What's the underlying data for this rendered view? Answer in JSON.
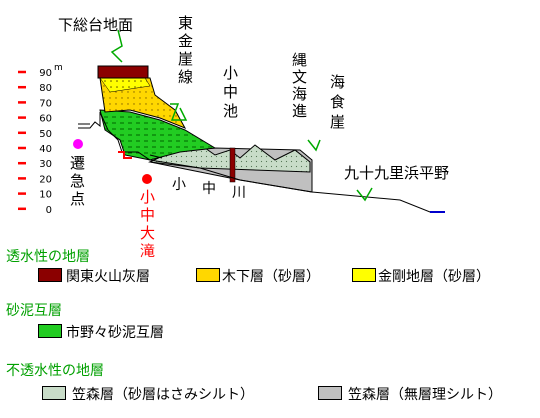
{
  "diagram": {
    "scale": {
      "unit": "m",
      "ticks": [
        "90",
        "80",
        "70",
        "60",
        "50",
        "40",
        "30",
        "20",
        "10",
        "0"
      ]
    },
    "labels": {
      "surface": "下総台地面",
      "cliff_line": [
        "東",
        "金",
        "崖",
        "線"
      ],
      "pond": [
        "小",
        "中",
        "池"
      ],
      "jomon": [
        "縄",
        "文",
        "海",
        "進"
      ],
      "sea_cliff": [
        "海",
        "食",
        "崖"
      ],
      "plain": "九十九里浜平野",
      "river": [
        "小",
        "中",
        "川"
      ],
      "knickpoint": [
        "遷",
        "急",
        "点"
      ],
      "waterfall": [
        "小",
        "中",
        "大",
        "滝"
      ]
    }
  },
  "legend": {
    "permeable_title": "透水性の地層",
    "permeable_items": [
      {
        "label": "関東火山灰層",
        "color": "#8b0000"
      },
      {
        "label": "木下層（砂層）",
        "color": "#ffd700"
      },
      {
        "label": "金剛地層（砂層）",
        "color": "#ffff00"
      }
    ],
    "mudstone_title": "砂泥互層",
    "mudstone_items": [
      {
        "label": "市野々砂泥互層",
        "color": "#22cc22"
      }
    ],
    "impermeable_title": "不透水性の地層",
    "impermeable_items": [
      {
        "label": "笠森層（砂層はさみシルト）",
        "color": "#c8dcc8"
      },
      {
        "label": "笠森層（無層理シルト）",
        "color": "#c0c0c0"
      }
    ]
  }
}
